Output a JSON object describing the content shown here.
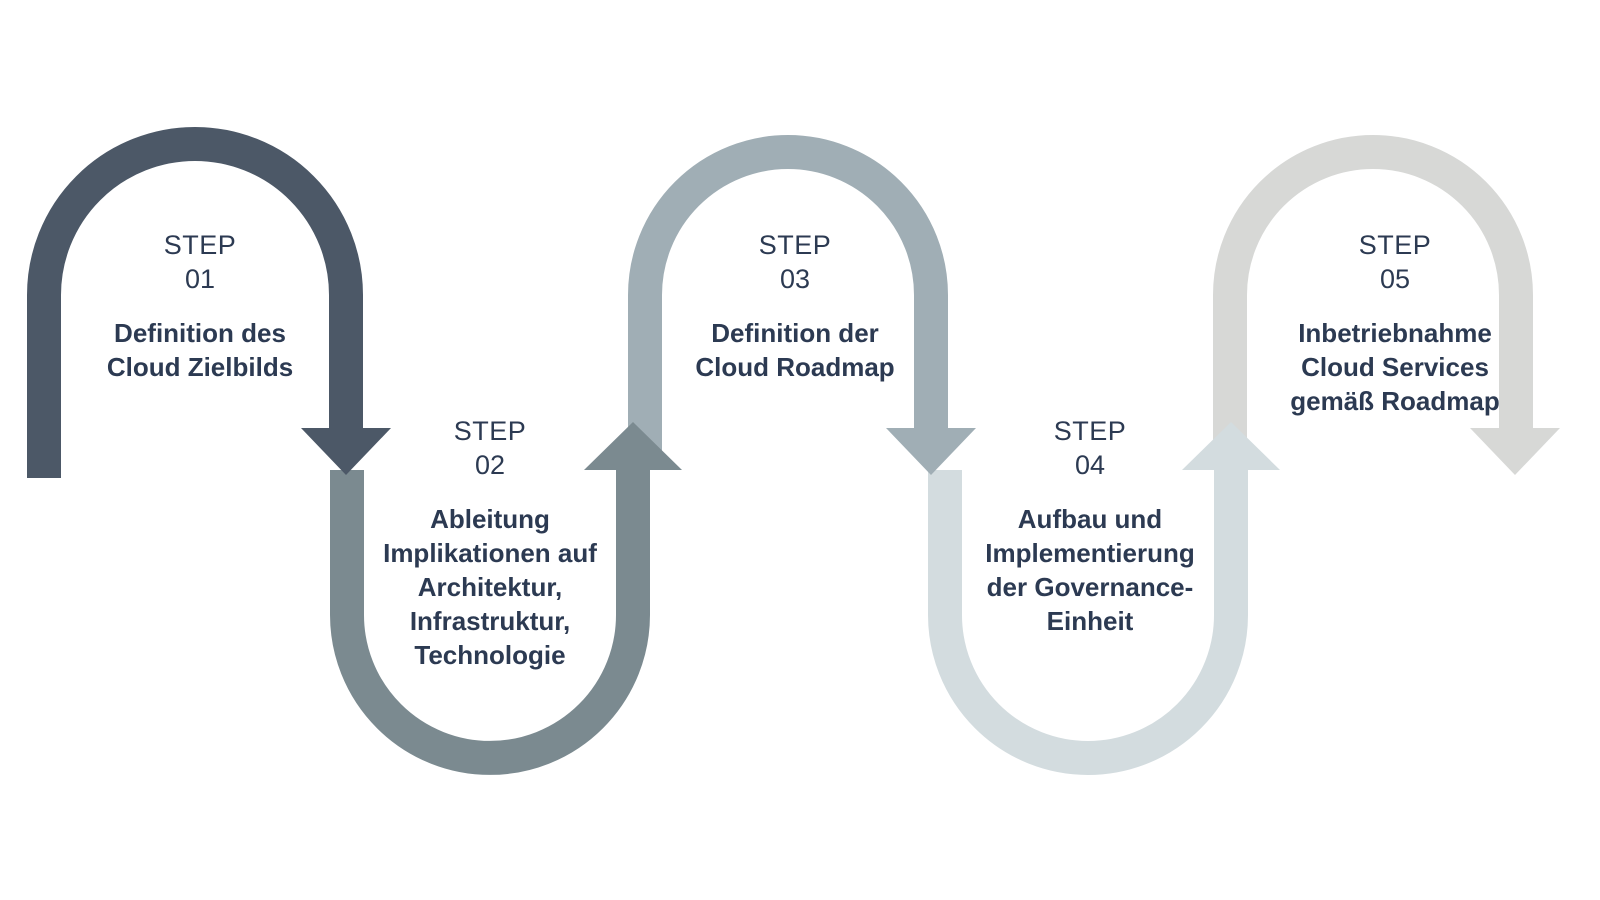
{
  "colors": {
    "step1": "#4c5867",
    "step2": "#7b8a90",
    "step3": "#a0aeb5",
    "step4": "#d3dcdf",
    "step5": "#d7d8d6",
    "text": "#2c3a52"
  },
  "steps": [
    {
      "label": "STEP",
      "number": "01",
      "lines": [
        "Definition des",
        "Cloud Zielbilds"
      ]
    },
    {
      "label": "STEP",
      "number": "02",
      "lines": [
        "Ableitung",
        "Implikationen auf",
        "Architektur,",
        "Infrastruktur,",
        "Technologie"
      ]
    },
    {
      "label": "STEP",
      "number": "03",
      "lines": [
        "Definition der",
        "Cloud Roadmap"
      ]
    },
    {
      "label": "STEP",
      "number": "04",
      "lines": [
        "Aufbau und",
        "Implementierung",
        "der Governance-",
        "Einheit"
      ]
    },
    {
      "label": "STEP",
      "number": "05",
      "lines": [
        "Inbetriebnahme",
        "Cloud Services",
        "gemäß Roadmap"
      ]
    }
  ]
}
